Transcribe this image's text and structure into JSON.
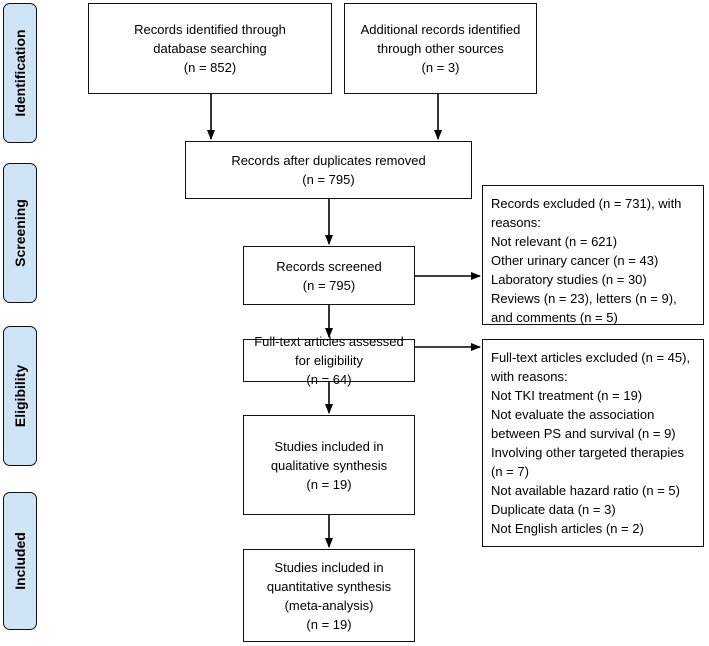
{
  "phases": {
    "identification": "Identification",
    "screening": "Screening",
    "eligibility": "Eligibility",
    "included": "Included"
  },
  "boxes": {
    "records_identified": "Records identified through\ndatabase searching\n(n = 852)",
    "additional_records": "Additional records identified\nthrough other sources\n(n = 3)",
    "after_duplicates": "Records after duplicates removed\n(n = 795)",
    "screened": "Records screened\n(n = 795)",
    "excluded_records": "Records excluded (n = 731), with\nreasons:\nNot relevant (n = 621)\nOther urinary cancer (n = 43)\nLaboratory studies (n = 30)\nReviews (n = 23), letters (n = 9),\nand comments (n = 5)",
    "full_text_assessed": "Full-text articles assessed\nfor eligibility\n(n = 64)",
    "full_text_excluded": "Full-text articles excluded (n = 45),\nwith reasons:\nNot TKI treatment (n = 19)\nNot evaluate the association\nbetween PS and survival (n = 9)\nInvolving other targeted therapies\n(n = 7)\nNot available hazard ratio (n = 5)\nDuplicate data (n = 3)\nNot English articles (n = 2)",
    "qualitative": "Studies included in\nqualitative synthesis\n(n = 19)",
    "quantitative": "Studies included in\nquantitative synthesis\n(meta-analysis)\n(n = 19)"
  }
}
